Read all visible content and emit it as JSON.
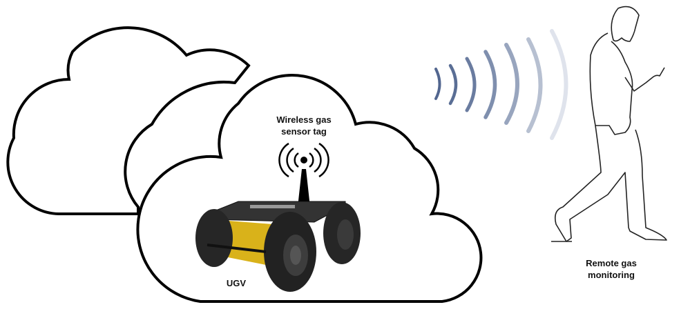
{
  "labels": {
    "sensor_tag": "Wireless gas sensor tag",
    "sensor_tag_line1": "Wireless gas",
    "sensor_tag_line2": "sensor tag",
    "ugv": "UGV",
    "remote_line1": "Remote gas",
    "remote_line2": "monitoring"
  },
  "colors": {
    "cloud_stroke": "#000000",
    "wave_dark": "#52668f",
    "wave_light": "#dfe3ec",
    "robot_yellow": "#d9b21a",
    "robot_dark": "#2a2a2a"
  }
}
